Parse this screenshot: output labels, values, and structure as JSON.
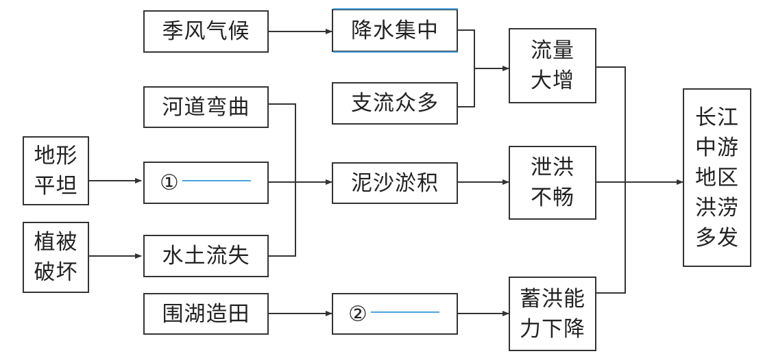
{
  "nodes": {
    "monsoon_climate": "季风气候",
    "concentrated_rainfall": "降水集中",
    "many_tributaries": "支流众多",
    "flow_increase": [
      "流量",
      "大增"
    ],
    "meandering_channel": "河道弯曲",
    "flat_terrain": [
      "地形",
      "平坦"
    ],
    "blank_1_marker": "①",
    "sediment_deposition": "泥沙淤积",
    "poor_drainage": [
      "泄洪",
      "不畅"
    ],
    "vegetation_damage": [
      "植被",
      "破坏"
    ],
    "soil_erosion": "水土流失",
    "lake_reclamation": "围湖造田",
    "blank_2_marker": "②",
    "storage_decline": [
      "蓄洪能",
      "力下降"
    ],
    "result": [
      "长江",
      "中游",
      "地区",
      "洪涝",
      "多发"
    ]
  },
  "colors": {
    "box_border": "#333333",
    "arrow": "#333333",
    "blank_underline": "#4aa3df"
  }
}
